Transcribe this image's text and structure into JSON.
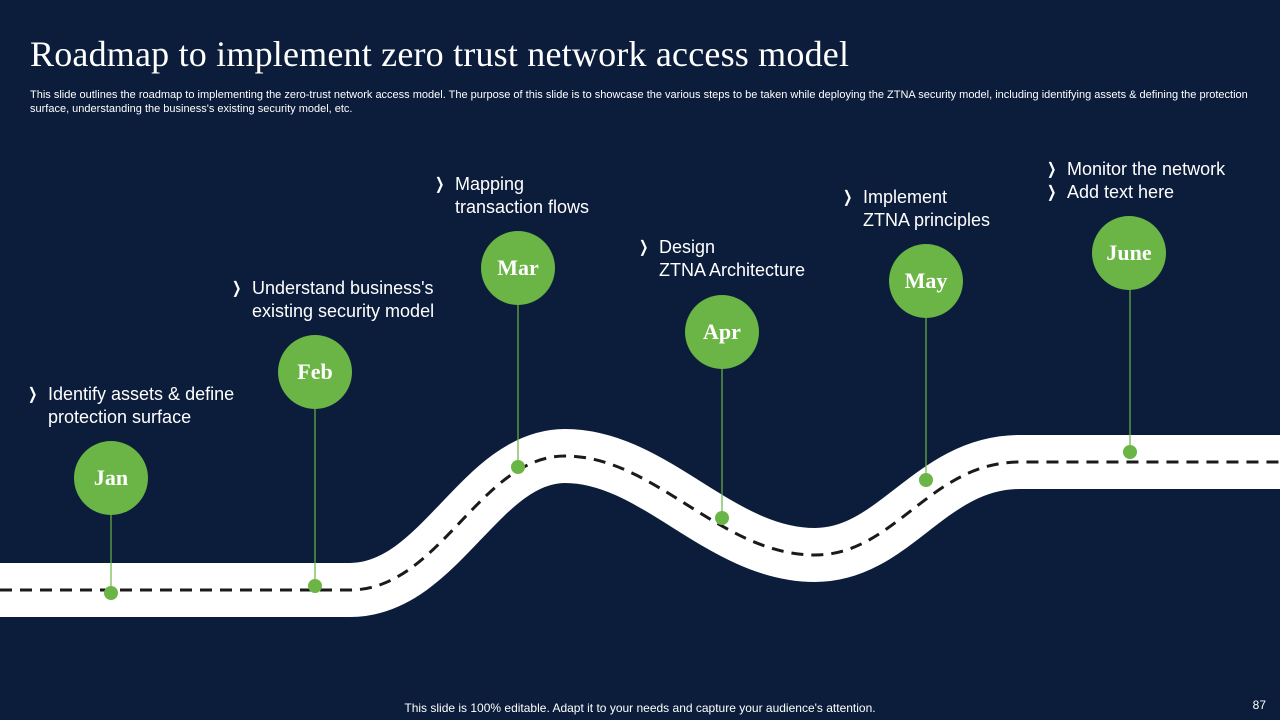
{
  "slide": {
    "title": "Roadmap to implement zero trust network access model",
    "subtitle": "This slide outlines the roadmap to implementing the zero-trust network access model. The purpose of this slide is to showcase the various steps to be taken while deploying the ZTNA security model, including identifying assets & defining the protection surface, understanding the business's existing security model, etc.",
    "footer": "This slide is 100% editable. Adapt it to your needs and capture your audience's attention.",
    "page_number": "87"
  },
  "colors": {
    "background": "#0b1d3a",
    "accent_green": "#6ab545",
    "road": "#ffffff",
    "road_dash": "#1a1a1a"
  },
  "milestones": [
    {
      "month": "Jan",
      "lines": [
        "Identify assets & define",
        "protection surface"
      ]
    },
    {
      "month": "Feb",
      "lines": [
        "Understand business's",
        "existing security model"
      ]
    },
    {
      "month": "Mar",
      "lines": [
        "Mapping",
        "transaction flows"
      ]
    },
    {
      "month": "Apr",
      "lines": [
        "Design",
        "ZTNA Architecture"
      ]
    },
    {
      "month": "May",
      "lines": [
        "Implement",
        "ZTNA principles"
      ]
    },
    {
      "month": "June",
      "lines": [
        "Monitor the network",
        "Add text here"
      ]
    }
  ]
}
